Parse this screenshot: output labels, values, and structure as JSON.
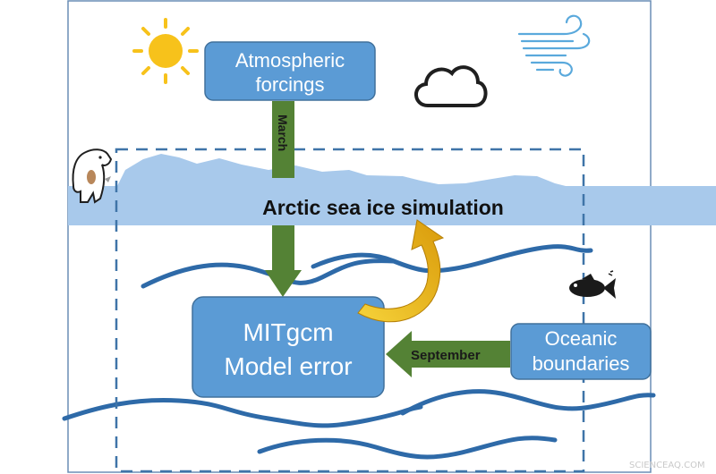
{
  "boxes": {
    "atmospheric": {
      "line1": "Atmospheric",
      "line2": "forcings"
    },
    "model": {
      "line1": "MITgcm",
      "line2": "Model error"
    },
    "oceanic": {
      "line1": "Oceanic",
      "line2": "boundaries"
    }
  },
  "arrows": {
    "march": "March",
    "september": "September"
  },
  "title": "Arctic sea ice simulation",
  "icons": [
    "sun-icon",
    "wind-icon",
    "cloud-icon",
    "polar-bear-icon",
    "fish-icon"
  ],
  "watermark": "SCIENCEAQ.COM",
  "colors": {
    "box_fill": "#5b9bd5",
    "box_stroke": "#41719c",
    "sea_ice": "#a8c9eb",
    "wave": "#2e6aa8",
    "arrow_green": "#548235",
    "arrow_gold": "#e8b10e",
    "sun": "#f7c21b",
    "dashed": "#3f74a8",
    "frame": "#6a8db5"
  }
}
